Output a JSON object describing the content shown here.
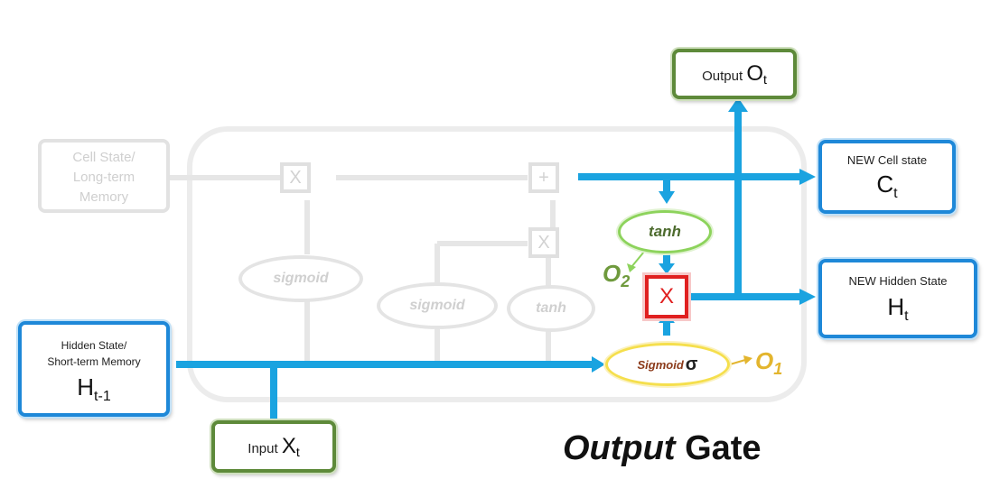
{
  "boxes": {
    "cell_state_in": "Cell State/\nLong-term\nMemory",
    "hidden_state_in_label": "Hidden State/\nShort-term  Memory",
    "hidden_state_in_symbol": "H",
    "hidden_state_in_sub": "t-1",
    "input_label": "Input ",
    "input_symbol": "X",
    "input_sub": "t",
    "output_label": "Output ",
    "output_symbol": "O",
    "output_sub": "t",
    "new_cell_label": "NEW Cell state",
    "new_cell_symbol": "C",
    "new_cell_sub": "t",
    "new_hidden_label": "NEW Hidden State",
    "new_hidden_symbol": "H",
    "new_hidden_sub": "t"
  },
  "gates": {
    "mult1": "X",
    "add": "+",
    "mult2": "X",
    "mult_output": "X"
  },
  "activations": {
    "sigmoid_forget": "sigmoid",
    "sigmoid_input": "sigmoid",
    "tanh_input": "tanh",
    "tanh_output": "tanh",
    "sigmoid_output_text": "Sigmoid ",
    "sigma": "σ"
  },
  "labels": {
    "o1": "O",
    "o1_sub": "1",
    "o2": "O",
    "o2_sub": "2",
    "title_italic": "Output",
    "title_rest": " Gate"
  },
  "colors": {
    "arrow_blue": "#1aa3e0",
    "box_blue": "#1e88d8",
    "box_green": "#5e8a3a",
    "faded": "#e0e0e0",
    "tanh_green": "#8dd35c",
    "sigmoid_yellow": "#f5df4d",
    "mult_red": "#e02020"
  }
}
